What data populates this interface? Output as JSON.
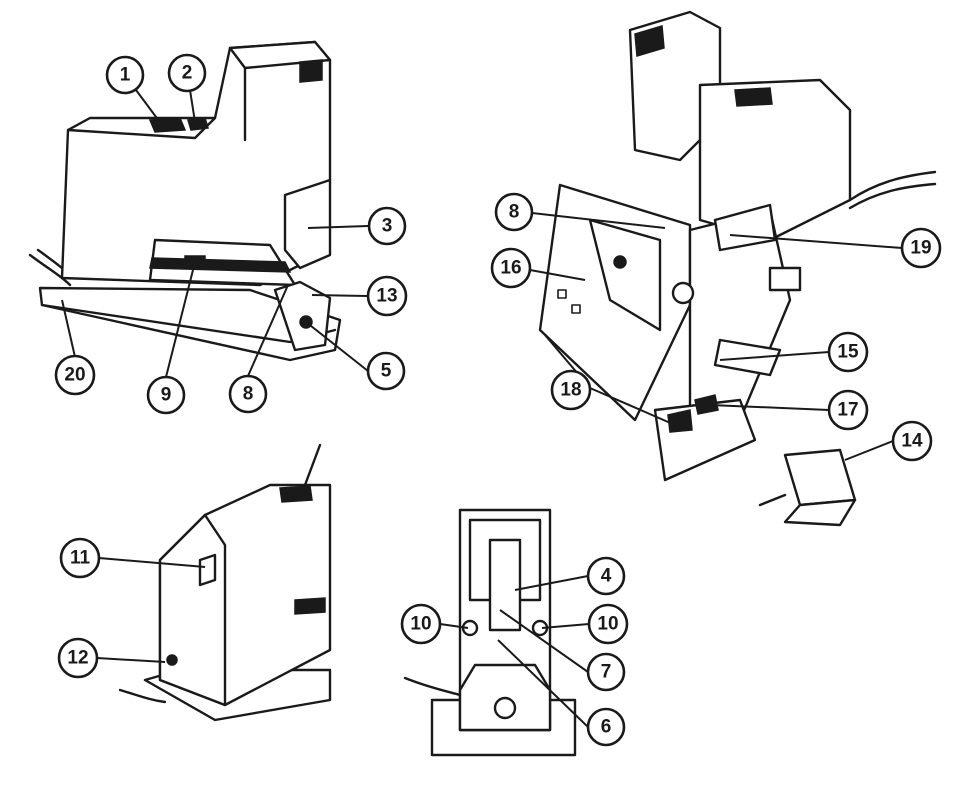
{
  "callouts": {
    "c1": "1",
    "c2": "2",
    "c3": "3",
    "c13": "13",
    "c5": "5",
    "c20": "20",
    "c9": "9",
    "c8a": "8",
    "c8b": "8",
    "c16": "16",
    "c19": "19",
    "c15": "15",
    "c18": "18",
    "c17": "17",
    "c14": "14",
    "c11": "11",
    "c12": "12",
    "c4": "4",
    "c10a": "10",
    "c10b": "10",
    "c7": "7",
    "c6": "6"
  },
  "colors": {
    "ink": "#1a1a1a",
    "paper": "#ffffff"
  }
}
